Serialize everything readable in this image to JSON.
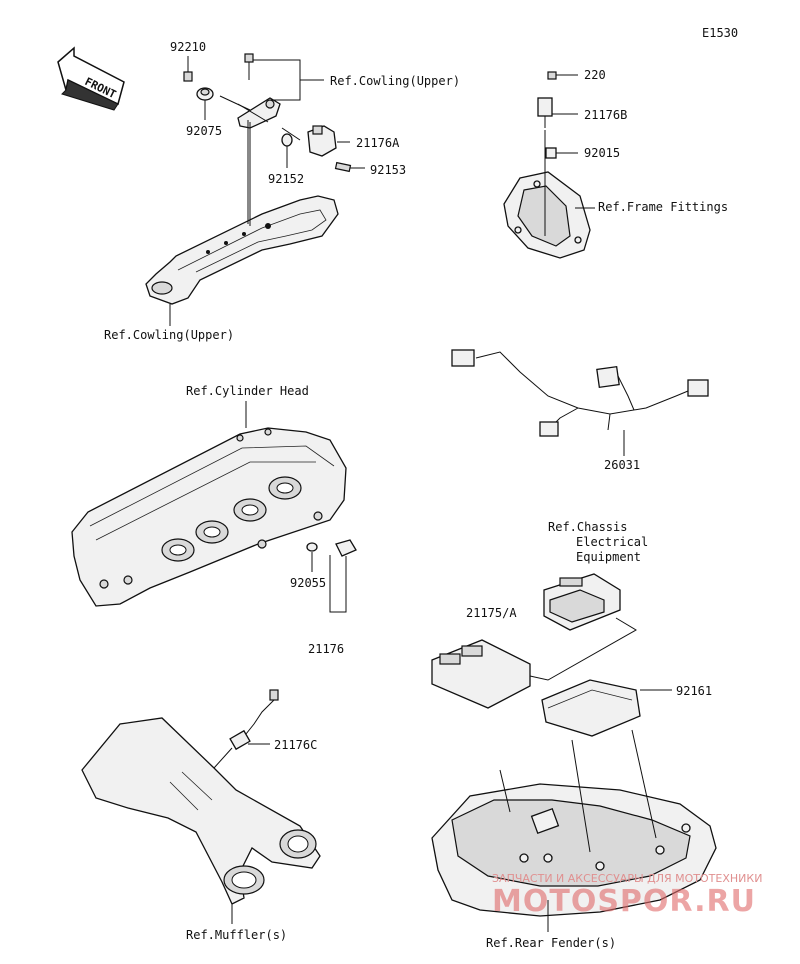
{
  "diagram_code": "E1530",
  "front_arrow": "FRONT",
  "labels": {
    "p92210": "92210",
    "p92075": "92075",
    "ref_cowling_upper_1": "Ref.Cowling(Upper)",
    "p21176A": "21176A",
    "p92152": "92152",
    "p92153": "92153",
    "ref_cowling_upper_2": "Ref.Cowling(Upper)",
    "p220": "220",
    "p21176B": "21176B",
    "p92015": "92015",
    "ref_frame_fittings": "Ref.Frame Fittings",
    "p26031": "26031",
    "ref_cylinder_head": "Ref.Cylinder Head",
    "p92055": "92055",
    "p21176": "21176",
    "ref_chassis_1": "Ref.Chassis",
    "ref_chassis_2": "Electrical",
    "ref_chassis_3": "Equipment",
    "p21175A": "21175/A",
    "p92161": "92161",
    "p21176C": "21176C",
    "ref_mufflers": "Ref.Muffler(s)",
    "ref_rear_fender": "Ref.Rear Fender(s)"
  },
  "watermark": {
    "tagline": "ЗАПЧАСТИ И АКСЕССУАРЫ ДЛЯ МОТОТЕХНИКИ",
    "brand": "MOTOSPOR.RU"
  },
  "colors": {
    "line": "#111111",
    "watermark": "#e06a6a"
  }
}
